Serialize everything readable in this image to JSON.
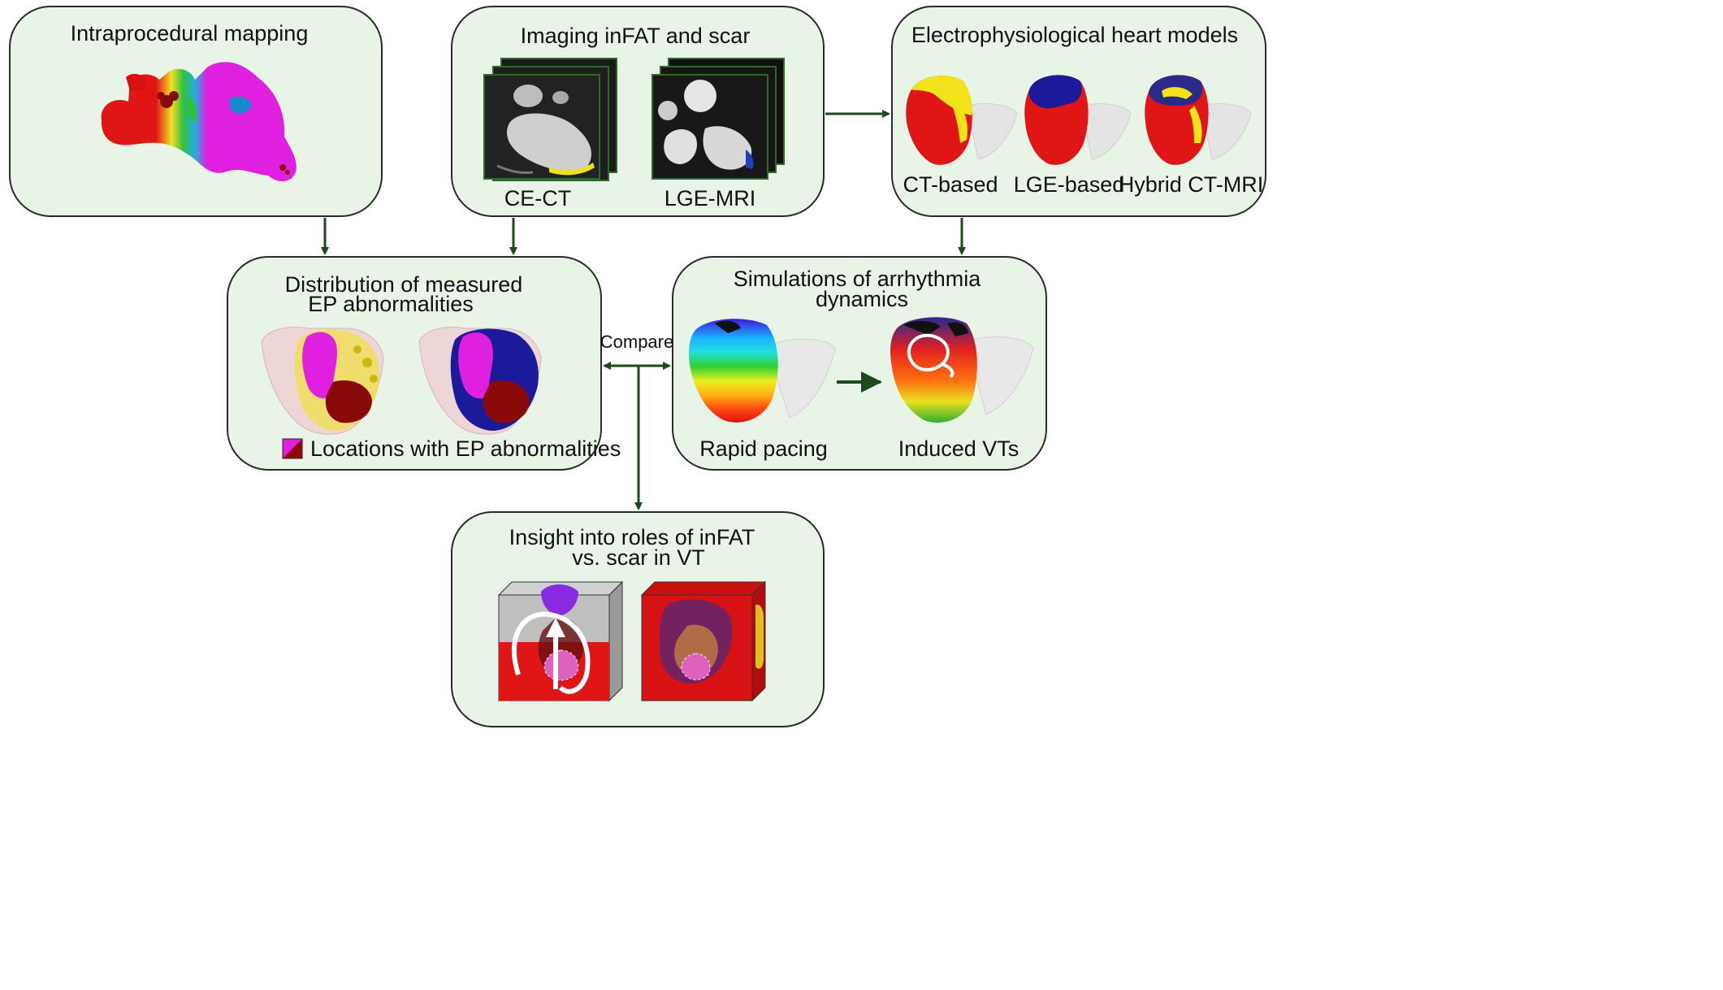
{
  "diagram": {
    "panels": {
      "mapping": {
        "title": "Intraprocedural mapping"
      },
      "imaging": {
        "title": "Imaging inFAT and scar",
        "captions": [
          "CE-CT",
          "LGE-MRI"
        ]
      },
      "models": {
        "title": "Electrophysiological heart models",
        "captions": [
          "CT-based",
          "LGE-based",
          "Hybrid CT-MRI"
        ]
      },
      "distribution": {
        "title_lines": [
          "Distribution of measured",
          "EP abnormalities"
        ],
        "legend": "Locations with EP abnormalities"
      },
      "simulations": {
        "title_lines": [
          "Simulations of arrhythmia",
          "dynamics"
        ],
        "captions": [
          "Rapid pacing",
          "Induced VTs"
        ]
      },
      "insight": {
        "title_lines": [
          "Insight into roles of inFAT",
          "vs. scar in VT"
        ]
      }
    },
    "connector_label": "Compare",
    "colors": {
      "panel_fill": "#e8f5e6",
      "panel_stroke": "#2a2a2a",
      "arrow": "#1d4a1a",
      "scar_red": "#e01515",
      "fat_yellow": "#f2e21a",
      "magenta": "#e020e0",
      "dark_red": "#8a0a0a",
      "navy": "#1a1a9a"
    }
  }
}
